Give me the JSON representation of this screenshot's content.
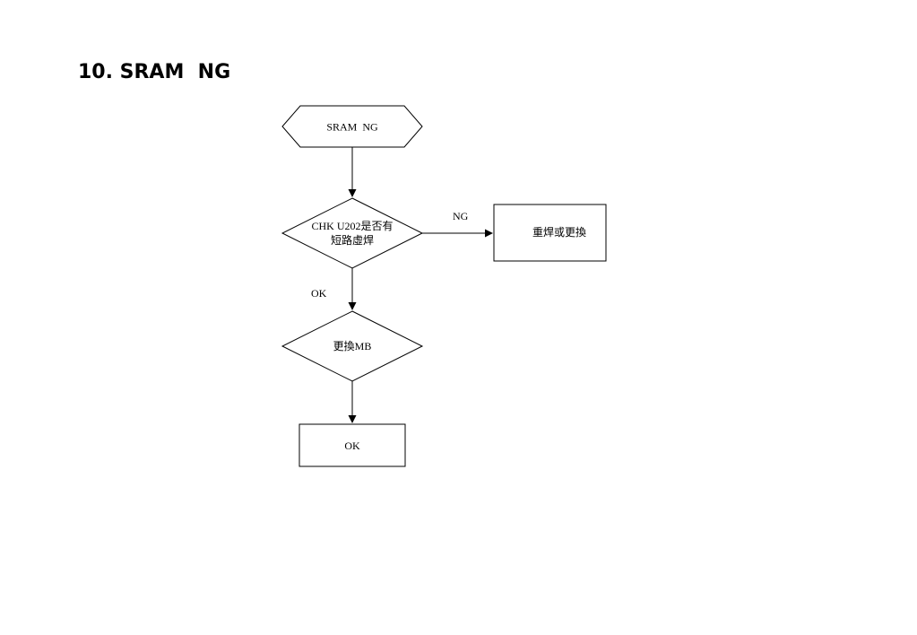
{
  "page": {
    "title": "10. SRAM  NG"
  },
  "flowchart": {
    "start": {
      "label": "SRAM  NG"
    },
    "decision_1": {
      "line1": "CHK U202是否有",
      "line2": "短路虛焊"
    },
    "action_fix": {
      "label": "重焊或更換"
    },
    "decision_2": {
      "label_prefix": "更換",
      "label_suffix": "MB"
    },
    "end": {
      "label": "OK"
    },
    "edge_ng": {
      "label": "NG"
    },
    "edge_ok": {
      "label": "OK"
    }
  },
  "colors": {
    "stroke": "#000000",
    "background": "#ffffff"
  }
}
